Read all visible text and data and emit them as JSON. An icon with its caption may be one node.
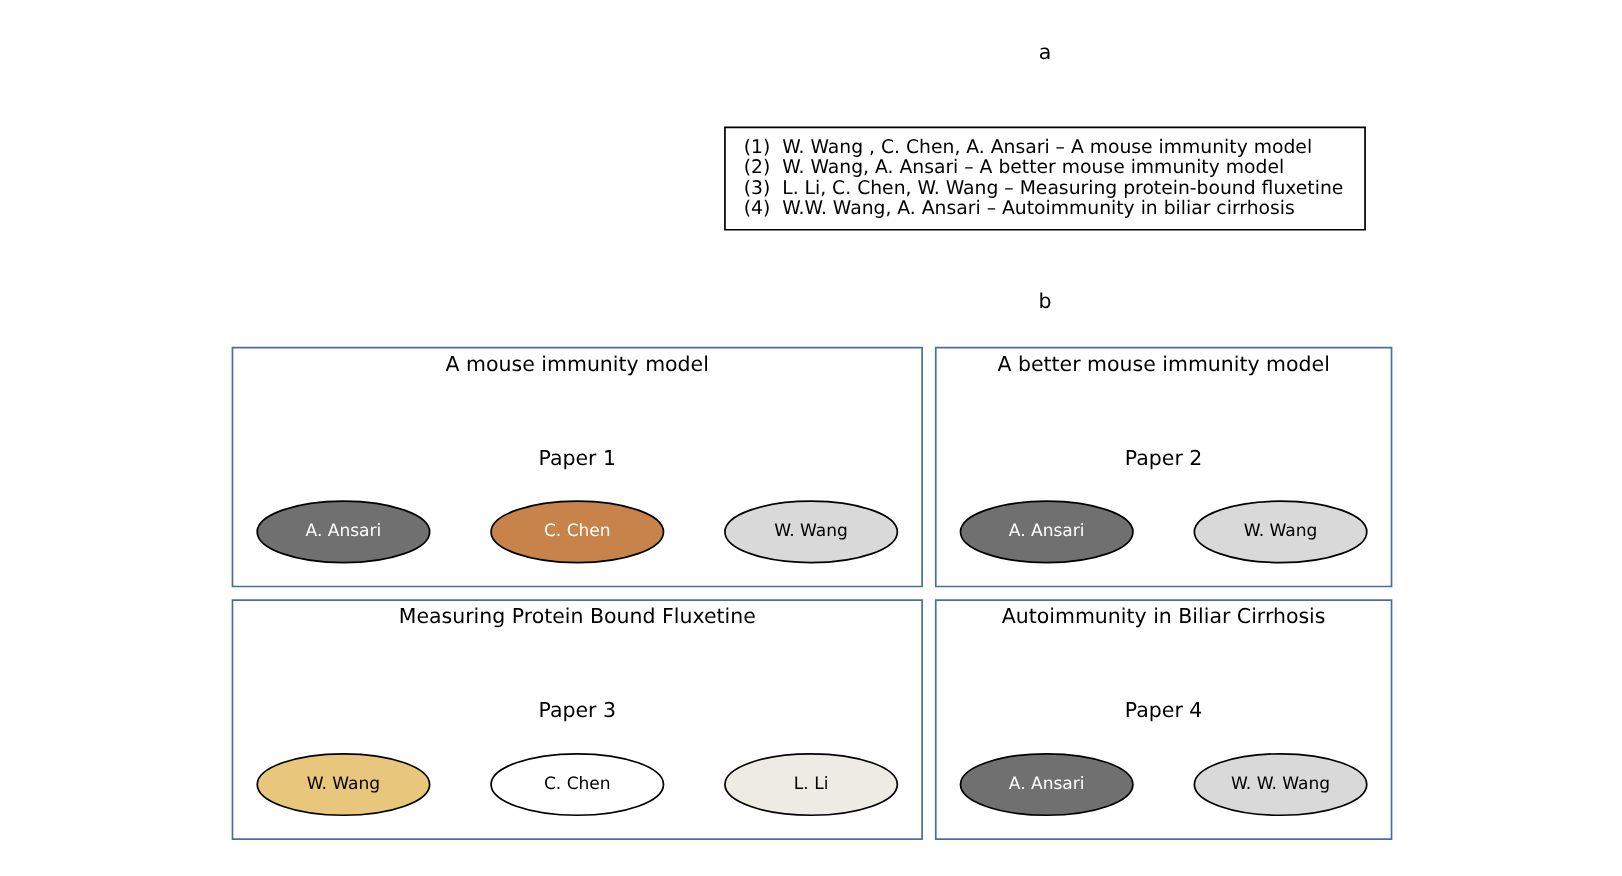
{
  "diagram": {
    "nodes": [
      {
        "text": [
          "(1)  W. Wang , C. Chen, A. Ansari – A mouse immunity model",
          "(2)  W. Wang, A. Ansari – A better mouse immunity model",
          "(3)  L. Li, C. Chen, W. Wang – Measuring protein-bound fluxetine",
          "(4)  W.W. Wang, A. Ansari – Autoimmunity in biliar cirrhosis"
        ]
      },
      {
        "text": [
          "A mouse immunity model",
          "Paper 1"
        ]
      },
      {
        "text": [
          "W. Wang"
        ],
        "in": 1
      },
      {
        "text": [
          "C. Chen"
        ],
        "in": 1
      },
      {
        "text": [
          "A. Ansari"
        ],
        "in": 1
      },
      {
        "text": [
          "A better mouse immunity model",
          "Paper 2"
        ]
      },
      {
        "text": [
          "W. Wang"
        ],
        "in": 5
      },
      {
        "text": [
          "A. Ansari"
        ],
        "in": 5
      },
      {
        "text": [
          "Measuring Protein Bound Fluxetine",
          "Paper 3"
        ]
      },
      {
        "text": [
          "L. Li"
        ],
        "in": 8
      },
      {
        "text": [
          "C. Chen"
        ],
        "in": 8
      },
      {
        "text": [
          "W. Wang"
        ],
        "in": 8
      },
      {
        "text": [
          "Autoimmunity in Biliar Cirrhosis",
          "Paper 4"
        ]
      },
      {
        "text": [
          "W. W. Wang"
        ],
        "in": 12
      },
      {
        "text": [
          "A. Ansari"
        ],
        "in": 12
      }
    ],
    "edges": [],
    "labels": [
      "a",
      "b"
    ]
  }
}
